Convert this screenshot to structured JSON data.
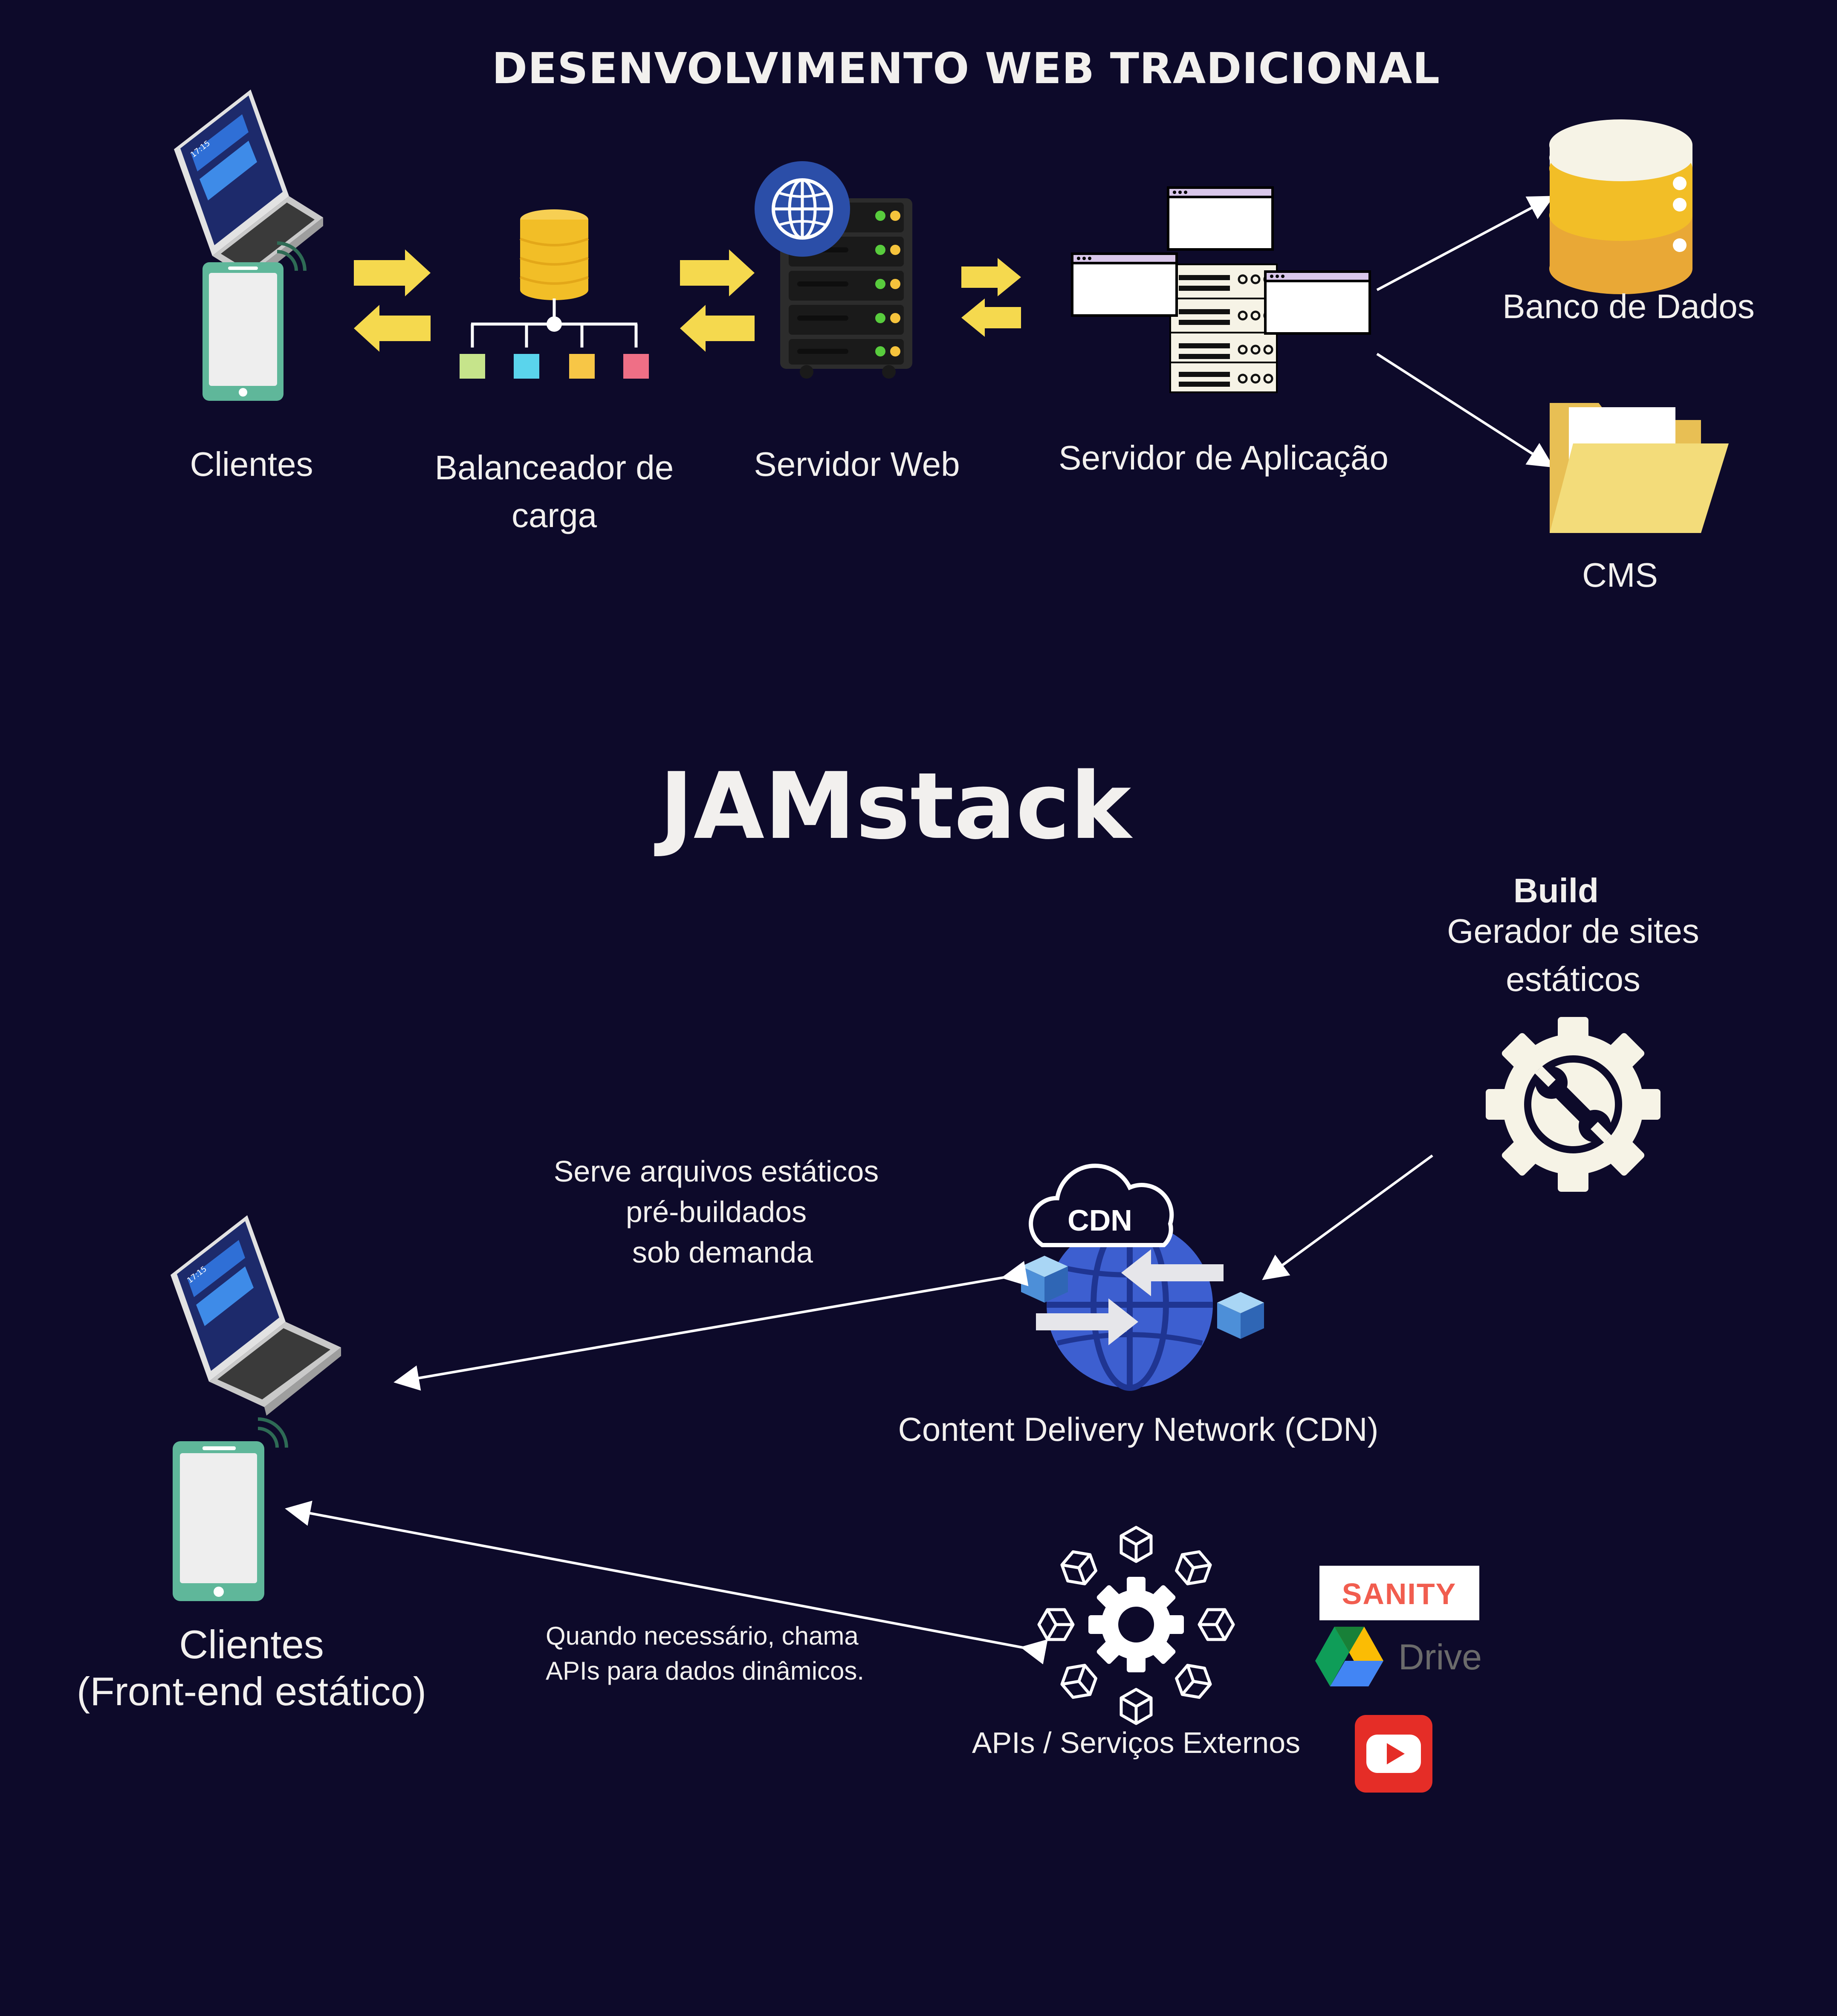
{
  "colors": {
    "background": "#0d0a2a",
    "text": "#f2f0ee",
    "arrow_yellow": "#f5d94e",
    "arrow_line": "#ffffff",
    "cdn_blue": "#3d5fd0",
    "server_dark": "#2c2c2c",
    "db_yellow": "#f2be27",
    "folder_yellow": "#f3dc7a"
  },
  "traditional": {
    "title": "DESENVOLVIMENTO WEB TRADICIONAL",
    "clients": "Clientes",
    "load_balancer_l1": "Balanceador de",
    "load_balancer_l2": "carga",
    "web_server": "Servidor Web",
    "app_server": "Servidor de Aplicação",
    "database": "Banco de Dados",
    "cms": "CMS",
    "laptop_time": "17:15"
  },
  "jamstack": {
    "title": "JAMstack",
    "build_title": "Build",
    "build_l1": "Gerador de sites",
    "build_l2": "estáticos",
    "cdn_badge": "CDN",
    "cdn_label": "Content Delivery Network (CDN)",
    "serve_l1": "Serve arquivos estáticos",
    "serve_l2": "pré-buildados",
    "serve_l3": "sob demanda",
    "clients_l1": "Clientes",
    "clients_l2": "(Front-end estático)",
    "apis_note_l1": "Quando necessário, chama",
    "apis_note_l2": "APIs para dados dinâmicos.",
    "apis_label": "APIs / Serviços Externos",
    "sanity": "SANITY",
    "drive": "Drive",
    "laptop_time": "17:15"
  }
}
